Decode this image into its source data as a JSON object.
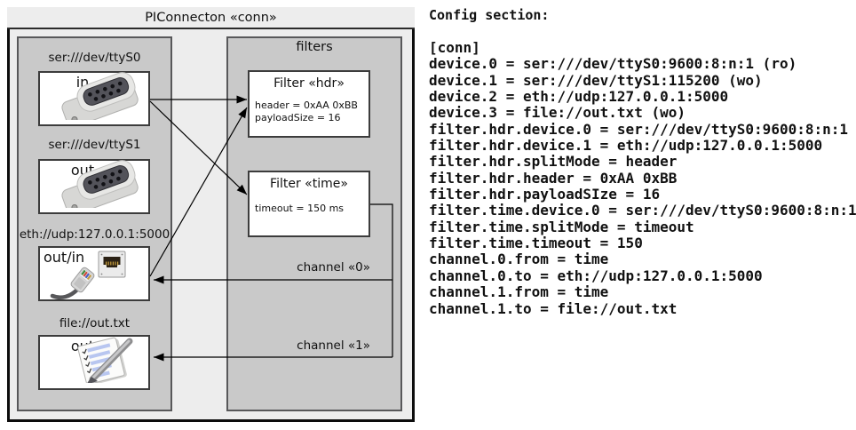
{
  "diagram": {
    "title": "PIConnecton «conn»",
    "devices": {
      "items": [
        {
          "url": "ser:///dev/ttyS0",
          "direction": "in"
        },
        {
          "url": "ser:///dev/ttyS1",
          "direction": "out"
        },
        {
          "url": "eth://udp:127.0.0.1:5000",
          "direction": "out/in"
        },
        {
          "url": "file://out.txt",
          "direction": "out"
        }
      ]
    },
    "filters": {
      "label": "filters",
      "items": [
        {
          "title": "Filter «hdr»",
          "props": [
            "header = 0xAA 0xBB",
            "payloadSize = 16"
          ]
        },
        {
          "title": "Filter «time»",
          "props": [
            "timeout = 150 ms"
          ]
        }
      ]
    },
    "channels": [
      {
        "label": "channel «0»"
      },
      {
        "label": "channel «1»"
      }
    ]
  },
  "config": {
    "heading": "Config section:",
    "lines": [
      "[conn]",
      "device.0 = ser:///dev/ttyS0:9600:8:n:1 (ro)",
      "device.1 = ser:///dev/ttyS1:115200 (wo)",
      "device.2 = eth://udp:127.0.0.1:5000",
      "device.3 = file://out.txt (wo)",
      "filter.hdr.device.0 = ser:///dev/ttyS0:9600:8:n:1",
      "filter.hdr.device.1 = eth://udp:127.0.0.1:5000",
      "filter.hdr.splitMode = header",
      "filter.hdr.header = 0xAA 0xBB",
      "filter.hdr.payloadSIze = 16",
      "filter.time.device.0 = ser:///dev/ttyS0:9600:8:n:1",
      "filter.time.splitMode = timeout",
      "filter.time.timeout = 150",
      "channel.0.from = time",
      "channel.0.to = eth://udp:127.0.0.1:5000",
      "channel.1.from = time",
      "channel.1.to = file://out.txt"
    ]
  }
}
